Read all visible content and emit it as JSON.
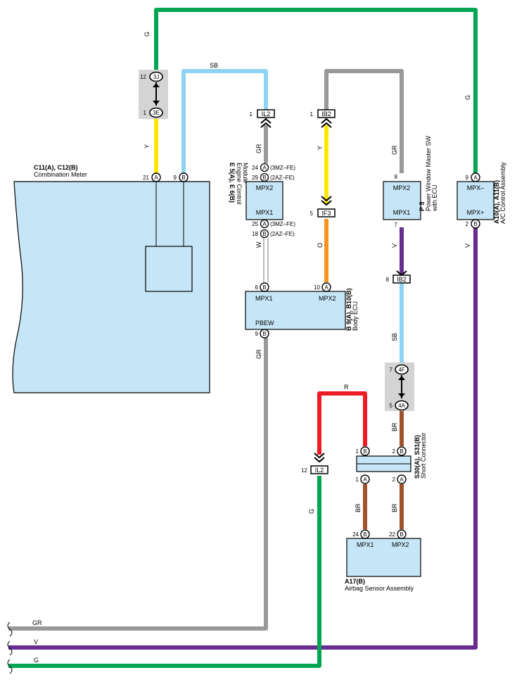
{
  "colors": {
    "green": "#00a651",
    "sky_blue": "#8fd3f4",
    "gray": "#999999",
    "yellow": "#ffe600",
    "orange": "#f7941d",
    "violet": "#662d91",
    "red": "#ed1c24",
    "brown": "#a0522d",
    "component_fill": "#c6e6f7",
    "junction_fill": "#d4d4d4"
  },
  "wire_colors": {
    "top_g": "G",
    "top_g_right": "G",
    "sb_top": "SB",
    "y_meter": "Y",
    "gr_ecm": "GR",
    "w_ecm": "W",
    "y_ib2": "Y",
    "o_if3": "O",
    "gr_window": "GR",
    "v_window": "V",
    "sb_window": "SB",
    "br_short": "BR",
    "r_loop": "R",
    "br_left": "BR",
    "br_right": "BR",
    "v_ac": "V",
    "g_il2": "G",
    "gr_body": "GR",
    "bottom_gr": "GR",
    "bottom_v": "V",
    "bottom_g": "G"
  },
  "components": {
    "meter": {
      "code": "C11(A), C12(B)",
      "name": "Combination Meter",
      "pin_21": "21",
      "pin_21_letter": "A",
      "pin_9": "9",
      "pin_9_letter": "B"
    },
    "ecm": {
      "code": "E 5(A), E 6(B)",
      "name_line1": "Engine Control",
      "name_line2": "Module",
      "mpx2": "MPX2",
      "mpx1": "MPX1",
      "pins": [
        {
          "num": "24",
          "letter": "A",
          "note": "(3MZ–FE)"
        },
        {
          "num": "29",
          "letter": "B",
          "note": "(2AZ–FE)"
        },
        {
          "num": "25",
          "letter": "A",
          "note": "(3MZ–FE)"
        },
        {
          "num": "18",
          "letter": "B",
          "note": "(2AZ–FE)"
        }
      ]
    },
    "window_sw": {
      "code": "P 5",
      "name_line1": "Power Window Master SW",
      "name_line2": "with ECU",
      "mpx2": "MPX2",
      "mpx1": "MPX1",
      "pin_top": "8",
      "pin_bottom": "7"
    },
    "ac": {
      "code": "A10(A), A11(B)",
      "name": "A/C Control Assembly",
      "mpx_minus": "MPX–",
      "mpx_plus": "MPX+",
      "pin_top": "9",
      "pin_top_letter": "A",
      "pin_bottom": "2",
      "pin_bottom_letter": "B"
    },
    "body_ecu": {
      "code": "B 9(A), B10(B)",
      "name": "Body ECU",
      "mpx1": "MPX1",
      "mpx2": "MPX2",
      "pbew": "PBEW",
      "pin_6": "6",
      "pin_6_letter": "B",
      "pin_10": "10",
      "pin_10_letter": "A",
      "pin_9": "9",
      "pin_9_letter": "B"
    },
    "short_conn": {
      "code": "S30(A), S31(B)",
      "name": "Short Connector",
      "pins_top": [
        {
          "num": "1",
          "letter": "B"
        },
        {
          "num": "2",
          "letter": "B"
        }
      ],
      "pins_bottom": [
        {
          "num": "1",
          "letter": "A"
        },
        {
          "num": "2",
          "letter": "A"
        }
      ]
    },
    "airbag": {
      "code": "A17(B)",
      "name": "Airbag Sensor Assembly",
      "mpx1": "MPX1",
      "mpx2": "MPX2",
      "pin_24": "24",
      "pin_24_letter": "B",
      "pin_22": "22",
      "pin_22_letter": "B"
    }
  },
  "connectors": {
    "il2_top": {
      "pin": "1",
      "id": "IL2"
    },
    "ib2_top": {
      "pin": "1",
      "id": "IB2"
    },
    "if3": {
      "pin": "5",
      "id": "IF3"
    },
    "ib2_mid": {
      "pin": "8",
      "id": "IB2"
    },
    "il2_bottom": {
      "pin": "12",
      "id": "IL2"
    }
  },
  "junctions": {
    "j3j": {
      "pin": "12",
      "id": "3J"
    },
    "j3e": {
      "pin": "1",
      "id": "3E"
    },
    "j4f": {
      "pin": "7",
      "id": "4F"
    },
    "j4a": {
      "pin": "5",
      "id": "4A"
    }
  }
}
